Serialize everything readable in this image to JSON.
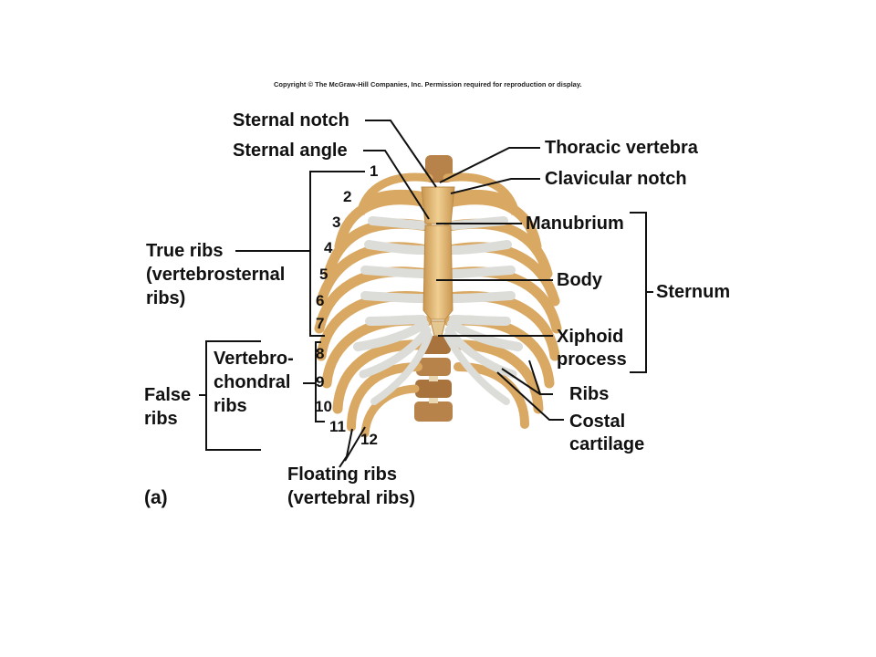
{
  "copyright": "Copyright © The McGraw-Hill Companies, Inc. Permission required for reproduction or display.",
  "panel_label": "(a)",
  "labels": {
    "sternal_notch": "Sternal notch",
    "sternal_angle": "Sternal angle",
    "thoracic_vertebra": "Thoracic vertebra",
    "clavicular_notch": "Clavicular notch",
    "manubrium": "Manubrium",
    "body": "Body",
    "sternum": "Sternum",
    "xiphoid_line1": "Xiphoid",
    "xiphoid_line2": "process",
    "ribs": "Ribs",
    "costal_line1": "Costal",
    "costal_line2": "cartilage",
    "true_ribs_line1": "True ribs",
    "true_ribs_line2": "(vertebrosternal",
    "true_ribs_line3": "ribs)",
    "false_ribs_line1": "False",
    "false_ribs_line2": "ribs",
    "vc_line1": "Vertebro-",
    "vc_line2": "chondral",
    "vc_line3": "ribs",
    "floating_line1": "Floating ribs",
    "floating_line2": "(vertebral ribs)"
  },
  "rib_numbers": [
    "1",
    "2",
    "3",
    "4",
    "5",
    "6",
    "7",
    "8",
    "9",
    "10",
    "11",
    "12"
  ],
  "colors": {
    "bone": "#e8be7a",
    "bone_dark": "#b98a48",
    "cartilage": "#dcdcd8",
    "vertebra": "#b8834a",
    "leader": "#111111"
  }
}
